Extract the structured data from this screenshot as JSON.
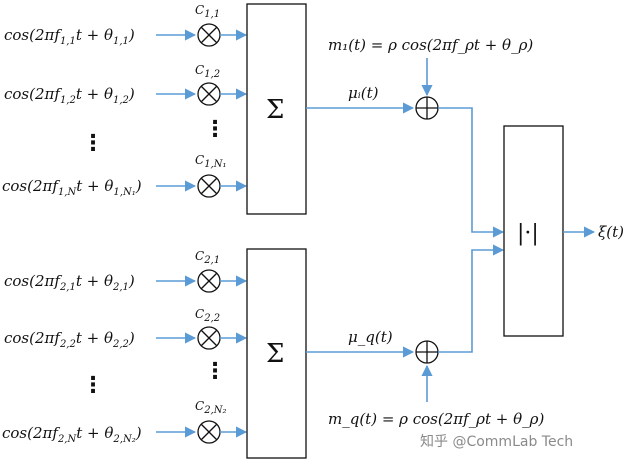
{
  "colors": {
    "wire": "#5b9bd5",
    "ink": "#111111",
    "watermark": "#8a8a8a"
  },
  "group1": {
    "inputs": [
      {
        "text": "cos(2πf",
        "sub": "1,1",
        "mid": "t + θ",
        "sub2": "1,1",
        "end": ")",
        "coef": "C",
        "coef_sub": "1,1"
      },
      {
        "text": "cos(2πf",
        "sub": "1,2",
        "mid": "t + θ",
        "sub2": "1,2",
        "end": ")",
        "coef": "C",
        "coef_sub": "1,2"
      },
      {
        "text": "cos(2πf",
        "sub": "1,N",
        "mid": "t + θ",
        "sub2": "1,N₁",
        "end": ")",
        "coef": "C",
        "coef_sub": "1,N₁"
      }
    ],
    "sum_symbol": "Σ",
    "output_label": "μᵢ(t)",
    "noise_label": "m₁(t) = ρ cos(2πf_ρt + θ_ρ)"
  },
  "group2": {
    "inputs": [
      {
        "text": "cos(2πf",
        "sub": "2,1",
        "mid": "t + θ",
        "sub2": "2,1",
        "end": ")",
        "coef": "C",
        "coef_sub": "2,1"
      },
      {
        "text": "cos(2πf",
        "sub": "2,2",
        "mid": "t + θ",
        "sub2": "2,2",
        "end": ")",
        "coef": "C",
        "coef_sub": "2,2"
      },
      {
        "text": "cos(2πf",
        "sub": "2,N",
        "mid": "t + θ",
        "sub2": "2,N₂",
        "end": ")",
        "coef": "C",
        "coef_sub": "2,N₂"
      }
    ],
    "sum_symbol": "Σ",
    "output_label": "μ_q(t)",
    "noise_label": "m_q(t) = ρ cos(2πf_ρt + θ_ρ)"
  },
  "abs_block": "|·|",
  "final_output": "ξ(t)",
  "ellipsis": "⋮",
  "watermark": "知乎 @CommLab Tech"
}
